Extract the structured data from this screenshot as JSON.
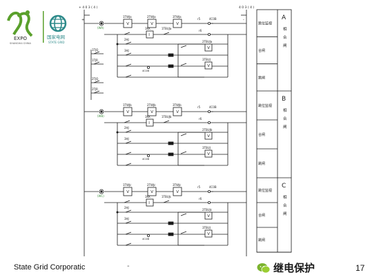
{
  "header": {
    "expo_label": "EXPO",
    "expo_sub": "SHANGHAI CHINA",
    "brand_cn": "国家电网",
    "brand_en": "STATE GRID"
  },
  "bus": {
    "left_label": "+ 4 0 3 ( 4 )",
    "right_label": "4 0 3 ( 4 )",
    "left_sign": "+",
    "right_sign": "-"
  },
  "sections": [
    {
      "letter": "A",
      "side_text": "相合闸",
      "items": [
        "跳位监视",
        "合闸",
        "跳闸"
      ],
      "node": "(WA)",
      "contacts": [
        "1TWJa",
        "2TWJa",
        "3TWJa"
      ],
      "ctrl": [
        "1KK",
        "2KK",
        "3KK"
      ],
      "labels_mid": [
        "1TBUJa",
        "2TBUJa",
        "1TBUJa"
      ]
    },
    {
      "letter": "B",
      "side_text": "相合闸",
      "items": [
        "跳位监视",
        "合闸",
        "跳闸"
      ],
      "node": "(WB)",
      "contacts": [
        "1TWJb",
        "2TWJb",
        "3TWJb"
      ],
      "ctrl": [
        "1KK",
        "2KK",
        "3KK"
      ],
      "labels_mid": [
        "1TBUJb",
        "2TBUJb",
        "1TBUJb"
      ]
    },
    {
      "letter": "C",
      "side_text": "相合闸",
      "items": [
        "跳位监视",
        "合闸",
        "跳闸"
      ],
      "node": "(WC)",
      "contacts": [
        "1TWJc",
        "2TWJc",
        "3TWJc"
      ],
      "ctrl": [
        "1KK",
        "2KK",
        "3KK"
      ],
      "labels_mid": [
        "1TBUJc",
        "2TBUJc",
        "1TBUJc"
      ]
    }
  ],
  "left_contacts": [
    "1TJQ",
    "1TJR",
    "2TJQ",
    "2TJR"
  ],
  "footer": {
    "org": "State Grid Corporatic",
    "mark": "-",
    "watermark": "继电保护",
    "page": "17"
  },
  "colors": {
    "line": "#1a1a1a",
    "node_green": "#3a8a3a",
    "expo_green": "#5aa02c",
    "brand_teal": "#2d8a8a"
  }
}
